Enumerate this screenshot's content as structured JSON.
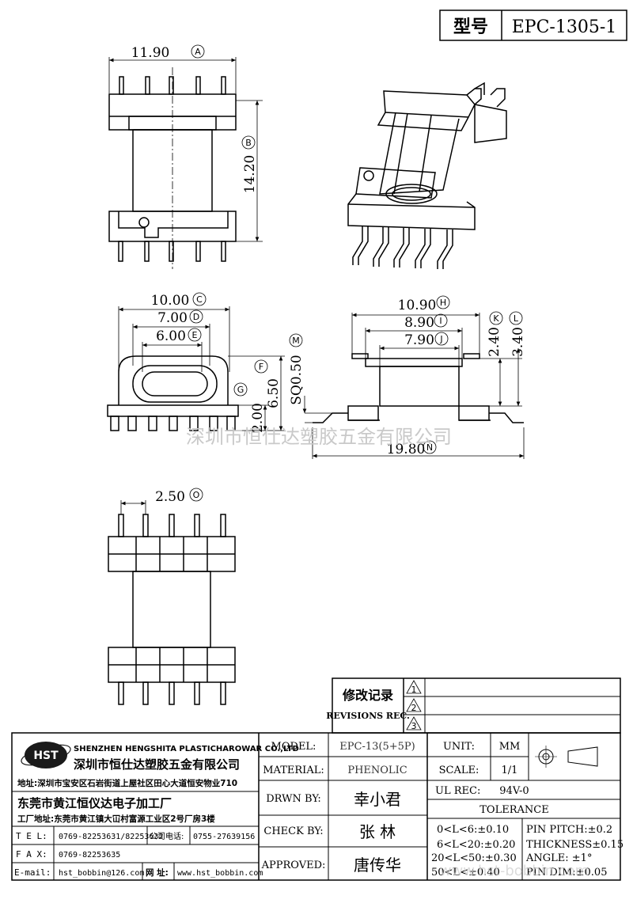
{
  "title_block": {
    "model_label": "型号",
    "model_value": "EPC-1305-1"
  },
  "dimensions": [
    {
      "value": "11.90",
      "tag": "A"
    },
    {
      "value": "14.20",
      "tag": "B"
    },
    {
      "value": "10.00",
      "tag": "C"
    },
    {
      "value": "7.00",
      "tag": "D"
    },
    {
      "value": "6.00",
      "tag": "E"
    },
    {
      "value": "6.50",
      "tag": "F"
    },
    {
      "value": "2.00",
      "tag": "G"
    },
    {
      "value": "10.90",
      "tag": "H"
    },
    {
      "value": "8.90",
      "tag": "I"
    },
    {
      "value": "7.90",
      "tag": "J"
    },
    {
      "value": "2.40",
      "tag": "K"
    },
    {
      "value": "3.40",
      "tag": "L"
    },
    {
      "value": "SQ0.50",
      "tag": "M"
    },
    {
      "value": "19.80",
      "tag": "N"
    },
    {
      "value": "2.50",
      "tag": "O"
    }
  ],
  "watermark": "深圳市恒仕达塑胶五金有限公司",
  "revisions": {
    "title_cn": "修改记录",
    "title_en": "REVISIONS REC.",
    "marks": [
      "1",
      "2",
      "3"
    ]
  },
  "company": {
    "logo": "HST",
    "name_en": "SHENZHEN HENGSHITA PLASTICHAROWAR CO.,LTD",
    "name_cn": "深圳市恒仕达塑胶五金有限公司",
    "address": "地址:深圳市宝安区石岩街道上屋社区田心大道恒安物业710",
    "factory": "东莞市黄江恒仪达电子加工厂",
    "factory_address": "工厂地址:东莞市黄江镇大冚村富源工业区2号厂房3楼",
    "tel_label": "T E L:",
    "tel": "0769-82253631/82253632",
    "company_phone_label": "公司电话:",
    "company_phone": "0755-27639156",
    "fax_label": "F A X:",
    "fax": "0769-82253635",
    "email_label": "E-mail:",
    "email": "hst_bobbin@126.com",
    "web_label": "网  址:",
    "web": "www.hst_bobbin.com"
  },
  "spec": {
    "model_label": "MODEL:",
    "model": "EPC-13(5+5P)",
    "material_label": "MATERIAL:",
    "material": "PHENOLIC",
    "drawn_label": "DRWN BY:",
    "drawn": "幸小君",
    "check_label": "CHECK BY:",
    "check": "张  林",
    "approved_label": "APPROVED:",
    "approved": "唐传华",
    "unit_label": "UNIT:",
    "unit": "MM",
    "scale_label": "SCALE:",
    "scale": "1/1",
    "ul_label": "UL REC:",
    "ul": "94V-0",
    "tolerance_label": "TOLERANCE",
    "tol1": "0<L<6:±0.10",
    "tol2": "6<L<20:±0.20",
    "tol3": "20<L<50:±0.30",
    "tol4": "50<L<±0.40",
    "pin_pitch": "PIN PITCH:±0.2",
    "thickness": "THICKNESS±0.15",
    "angle": "ANGLE: ±1°",
    "pin_dim": "PIN DIM:±0.05"
  },
  "footer_watermark": "www.hst-bobbin.com"
}
